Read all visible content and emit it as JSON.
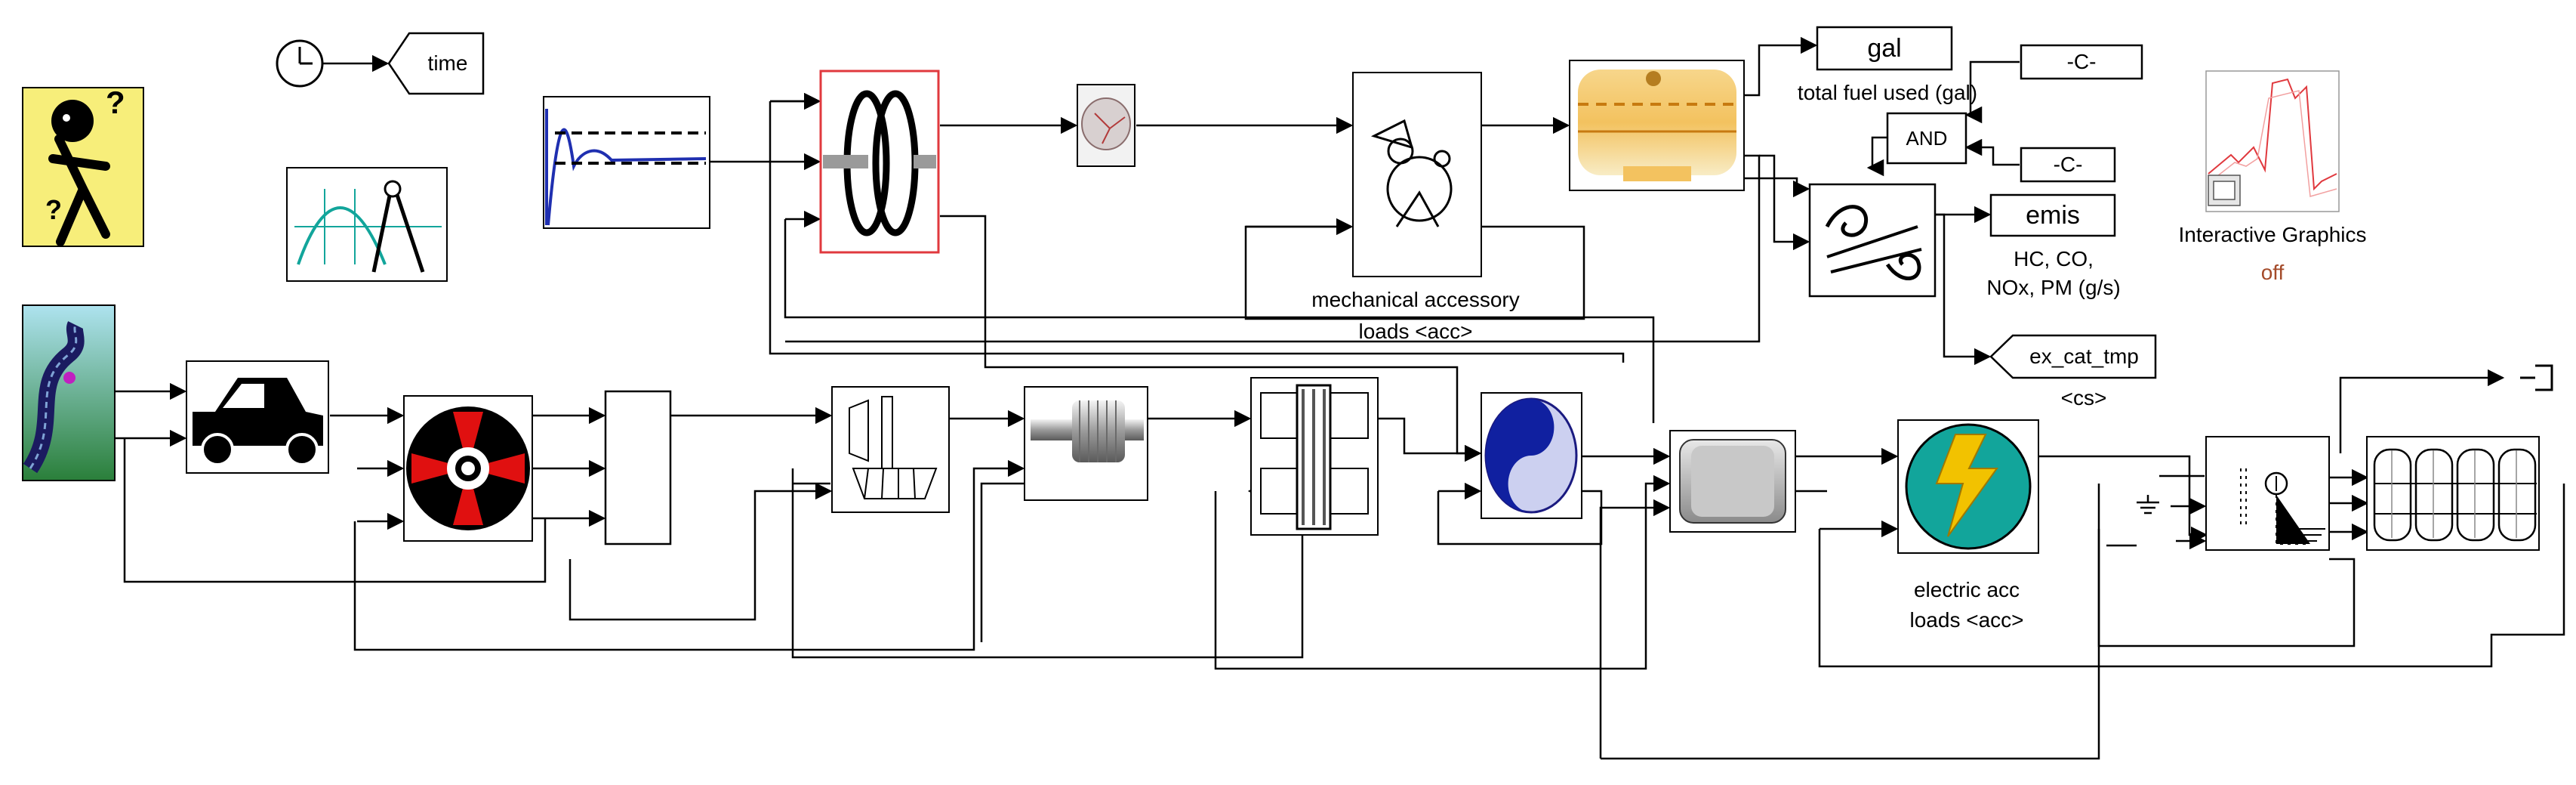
{
  "clock_tag": "time",
  "fuel": {
    "display": "gal",
    "caption": "total fuel used (gal)"
  },
  "constants": {
    "c1": "-C-",
    "c2": "-C-"
  },
  "logic_op": "AND",
  "emissions": {
    "display": "emis",
    "caption_line1": "HC, CO,",
    "caption_line2": "NOx, PM (g/s)"
  },
  "exhaust": {
    "tag": "ex_cat_tmp",
    "tag_caption": "<cs>"
  },
  "mech_acc": {
    "line1": "mechanical accessory",
    "line2": "loads <acc>"
  },
  "elec_acc": {
    "line1": "electric acc",
    "line2": "loads <acc>"
  },
  "interactive": {
    "title": "Interactive Graphics",
    "status": "off"
  },
  "colors": {
    "line": "#000000",
    "highlight": "#e0393e",
    "scope_trace": "#1f2fb0",
    "status_off": "#a44b2a",
    "bolt": "#f2c200",
    "teal": "#12a59b"
  }
}
